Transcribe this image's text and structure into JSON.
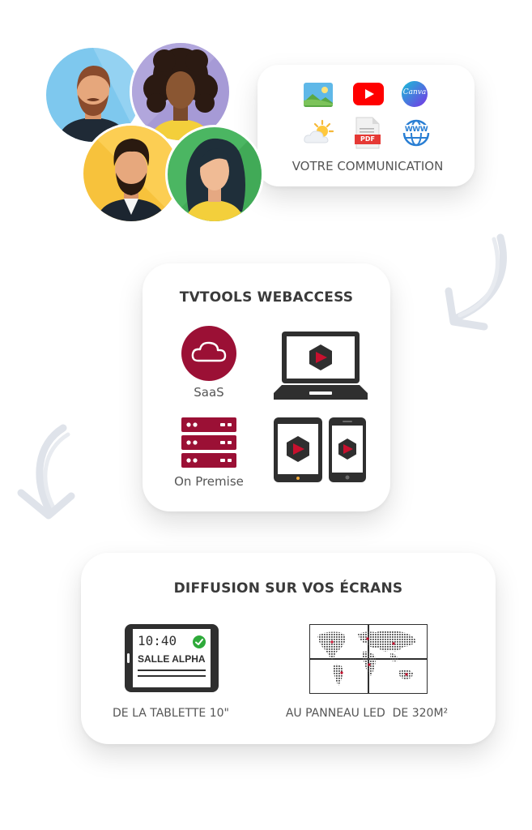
{
  "communication": {
    "label": "VOTRE COMMUNICATION",
    "icons": [
      "image-icon",
      "youtube-icon",
      "canva-logo",
      "weather-icon",
      "pdf-icon",
      "www-icon"
    ],
    "canva_text": "Canva",
    "pdf_text": "PDF",
    "www_text": "WWW"
  },
  "webaccess": {
    "title": "TVTOOLS WEBACCESS",
    "saas_label": "SaaS",
    "onpremise_label": "On Premise"
  },
  "diffusion": {
    "title": "DIFFUSION SUR VOS ÉCRANS",
    "tablet": {
      "time": "10:40",
      "room": "SALLE ALPHA",
      "caption": "DE LA TABLETTE 10\""
    },
    "led": {
      "caption": "AU PANNEAU LED  DE 320M²"
    }
  },
  "colors": {
    "brand": "#9b1035",
    "dark": "#2e2e2e",
    "arrow": "#dfe3ea"
  }
}
